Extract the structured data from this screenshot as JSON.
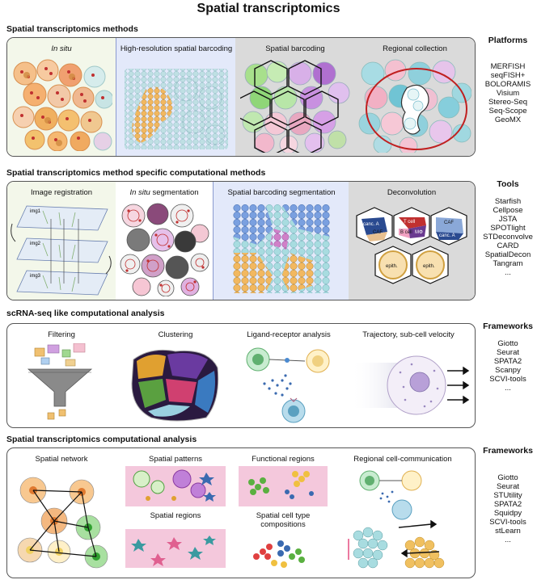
{
  "title": "Spatial transcriptomics",
  "sections": [
    {
      "heading": "Spatial transcriptomics methods",
      "panels": [
        "In situ",
        "High-resolution spatial barcoding",
        "Spatial barcoding",
        "Regional collection"
      ],
      "side_heading": "Platforms",
      "side_items": [
        "MERFISH",
        "seqFISH+",
        "BOLORAMIS",
        "Visium",
        "Stereo-Seq",
        "Seq-Scope",
        "GeoMX"
      ]
    },
    {
      "heading": "Spatial transcriptomics method specific computational methods",
      "panels": [
        "Image registration",
        "In situ segmentation",
        "Spatial barcoding segmentation",
        "Deconvolution"
      ],
      "side_heading": "Tools",
      "side_items": [
        "Starfish",
        "Cellpose",
        "JSTA",
        "SPOTlight",
        "STDeconvolve",
        "CARD",
        "SpatialDecon",
        "Tangram",
        "..."
      ],
      "slice_labels": [
        "img1",
        "img2",
        "img3"
      ],
      "deconv_labels": [
        "canc. A",
        "CAF",
        "T cell",
        "B cell",
        "MΦ",
        "CAF",
        "canc. A",
        "epith.",
        "epith."
      ]
    },
    {
      "heading": "scRNA-seq like computational analysis",
      "panels": [
        "Filtering",
        "Clustering",
        "Ligand-receptor analysis",
        "Trajectory, sub-cell velocity"
      ],
      "side_heading": "Frameworks",
      "side_items": [
        "Giotto",
        "Seurat",
        "SPATA2",
        "Scanpy",
        "SCVI-tools",
        "..."
      ]
    },
    {
      "heading": "Spatial transcriptomics computational analysis",
      "panels": [
        "Spatial network",
        "Spatial patterns",
        "Spatial regions",
        "Functional regions",
        "Spatial cell type compositions",
        "Regional cell-communication"
      ],
      "side_heading": "Frameworks",
      "side_items": [
        "Giotto",
        "Seurat",
        "STUtility",
        "SPATA2",
        "Squidpy",
        "SCVI-tools",
        "stLearn",
        "..."
      ]
    }
  ],
  "colors": {
    "in_situ_bg": "#f3f7ea",
    "hires_bg": "#e3e9fa",
    "gray_bg": "#dadada",
    "orange": "#f0b06a",
    "pink": "#f2b8c4",
    "green": "#7fd06a",
    "purple": "#c07ad8",
    "teal": "#9fd8dc"
  }
}
